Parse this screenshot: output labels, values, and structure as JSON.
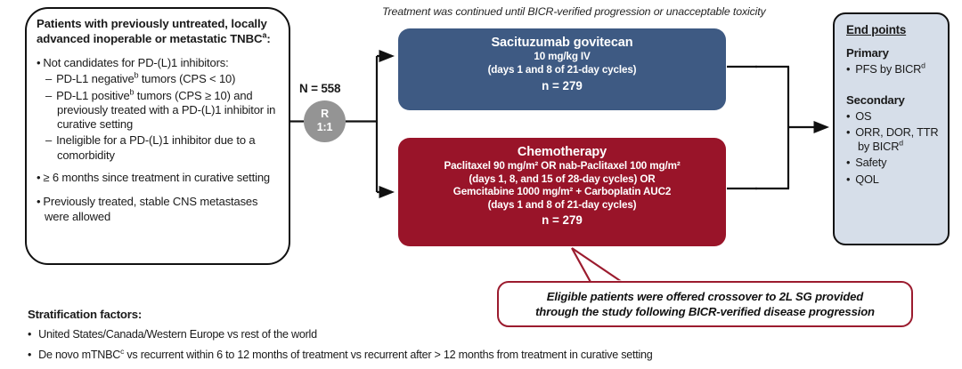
{
  "eligibility": {
    "title_part1": "Patients with previously untreated, locally advanced inoperable or metastatic TNBC",
    "title_sup": "a",
    "title_suffix": ":",
    "bullet1": "Not candidates for PD-(L)1 inhibitors:",
    "sub1_pre": "PD-L1 negative",
    "sub1_sup": "b",
    "sub1_post": " tumors (CPS < 10)",
    "sub2_pre": "PD-L1 positive",
    "sub2_sup": "b",
    "sub2_post": " tumors (CPS ≥ 10) and previously treated with a PD-(L)1 inhibitor in curative setting",
    "sub3": "Ineligible for a PD-(L)1 inhibitor due to a comorbidity",
    "bullet2": "≥ 6 months since treatment in curative setting",
    "bullet3": "Previously treated, stable CNS metastases were allowed"
  },
  "randomization": {
    "n_total": "N = 558",
    "letter": "R",
    "ratio": "1:1"
  },
  "top_caption": "Treatment was continued until BICR-verified progression or unacceptable toxicity",
  "arms": [
    {
      "id": "sacituzumab-govitecan",
      "name": "Sacituzumab govitecan",
      "detail_lines": [
        "10 mg/kg IV",
        "(days 1 and 8 of 21-day cycles)"
      ],
      "n": "n = 279",
      "color": "#3e5a83"
    },
    {
      "id": "chemotherapy",
      "name": "Chemotherapy",
      "detail_lines": [
        "Paclitaxel 90 mg/m² OR nab-Paclitaxel 100 mg/m²",
        "(days 1, 8, and 15 of 28-day cycles) OR",
        "Gemcitabine 1000 mg/m² + Carboplatin AUC2",
        "(days 1 and 8 of 21-day cycles)"
      ],
      "n": "n = 279",
      "color": "#991429"
    }
  ],
  "endpoints": {
    "title": "End points",
    "primary_heading": "Primary",
    "primary_items_pre": [
      "PFS by BICR"
    ],
    "primary_sup": "d",
    "secondary_heading": "Secondary",
    "secondary_items": [
      "OS",
      "ORR, DOR, TTR by BICR",
      "Safety",
      "QOL"
    ],
    "secondary_sup_index": 1,
    "secondary_sup": "d",
    "panel_color": "#d6dee9"
  },
  "callout": {
    "line1": "Eligible patients were offered crossover to 2L SG provided",
    "line2": "through the study following BICR-verified disease progression",
    "border_color": "#9b1b2e"
  },
  "stratification": {
    "title": "Stratification factors:",
    "items": [
      {
        "pre": "United States/Canada/Western Europe vs rest of the world",
        "sup": "",
        "post": ""
      },
      {
        "pre": "De novo mTNBC",
        "sup": "c",
        "post": " vs recurrent within 6 to 12 months of treatment vs recurrent after > 12 months from treatment in curative setting"
      }
    ]
  }
}
